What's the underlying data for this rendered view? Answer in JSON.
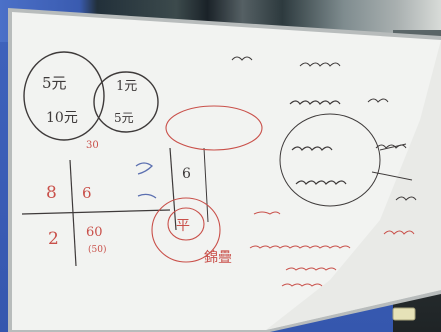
{
  "scene": {
    "subject": "whiteboard",
    "colors": {
      "board": "#f2f3f1",
      "board_shadow": "#d9dbd8",
      "frame": "#b8bcbc",
      "background_blue": "#3d5fb7",
      "black_marker": "#3e3a3a",
      "red_marker": "#c9504a",
      "blue_marker": "#5b6fb0",
      "green_marker": "#6a8a6a",
      "magnet": "#e6e2b8"
    },
    "text": {
      "five_yuan": "5元",
      "one_yuan": "1元",
      "ten_yuan": "10元",
      "five_yuan_small": "5元",
      "thirty": "30",
      "digit_8": "8",
      "digit_6": "6",
      "digit_2": "2",
      "digit_60": "60",
      "digit_6b": "6",
      "paren_50": "(50)",
      "mandarin_ex": "平",
      "jiantou": "錦疊"
    }
  }
}
